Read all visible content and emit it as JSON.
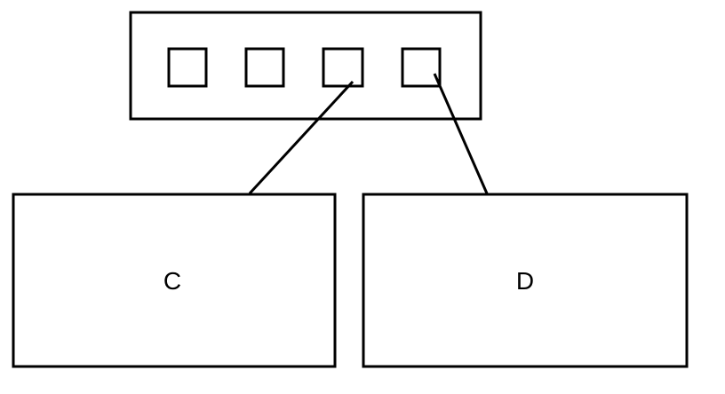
{
  "diagram": {
    "container": {
      "slot_count": 4
    },
    "boxes": [
      {
        "label": "C",
        "linked_slot": 3
      },
      {
        "label": "D",
        "linked_slot": 4
      }
    ],
    "colors": {
      "stroke": "#000000",
      "fill": "#ffffff",
      "text": "#000000"
    }
  }
}
